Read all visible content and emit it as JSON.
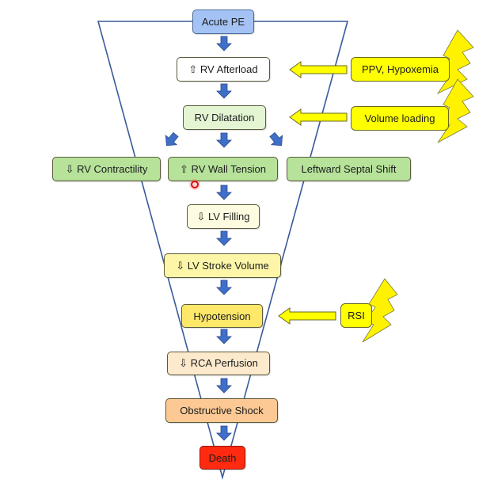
{
  "diagram": {
    "title": "Acute PE pathophysiology funnel",
    "colors": {
      "funnel_line": "#3a5a9a",
      "arrow_fill": "#3f6fc8",
      "trigger_fill": "#ffff00",
      "lightning_fill": "#fff200"
    },
    "nodes": [
      {
        "id": "acute-pe",
        "label": "Acute PE",
        "fill": "#a4c2f4"
      },
      {
        "id": "rv-afterload",
        "label": "⇧ RV Afterload",
        "fill": "#ffffff"
      },
      {
        "id": "rv-dilatation",
        "label": "RV Dilatation",
        "fill": "#e4f5d4"
      },
      {
        "id": "rv-contractility",
        "label": "⇩ RV Contractility",
        "fill": "#b6e29a"
      },
      {
        "id": "rv-wall-tension",
        "label": "⇧ RV Wall Tension",
        "fill": "#b6e29a"
      },
      {
        "id": "leftward-septal-shift",
        "label": "Leftward Septal Shift",
        "fill": "#b6e29a"
      },
      {
        "id": "lv-filling",
        "label": "⇩ LV Filling",
        "fill": "#fdfbe0"
      },
      {
        "id": "lv-stroke-volume",
        "label": "⇩ LV Stroke Volume",
        "fill": "#fdf6a8"
      },
      {
        "id": "hypotension",
        "label": "Hypotension",
        "fill": "#fde86a"
      },
      {
        "id": "rca-perfusion",
        "label": "⇩ RCA Perfusion",
        "fill": "#fde9cc"
      },
      {
        "id": "obstructive-shock",
        "label": "Obstructive Shock",
        "fill": "#fcc994"
      },
      {
        "id": "death",
        "label": "Death",
        "fill": "#ff2a10"
      }
    ],
    "triggers": [
      {
        "id": "ppv-hypoxemia",
        "label": "PPV, Hypoxemia",
        "target": "rv-afterload"
      },
      {
        "id": "volume-loading",
        "label": "Volume loading",
        "target": "rv-dilatation"
      },
      {
        "id": "rsi",
        "label": "RSI",
        "target": "hypotension"
      }
    ]
  }
}
